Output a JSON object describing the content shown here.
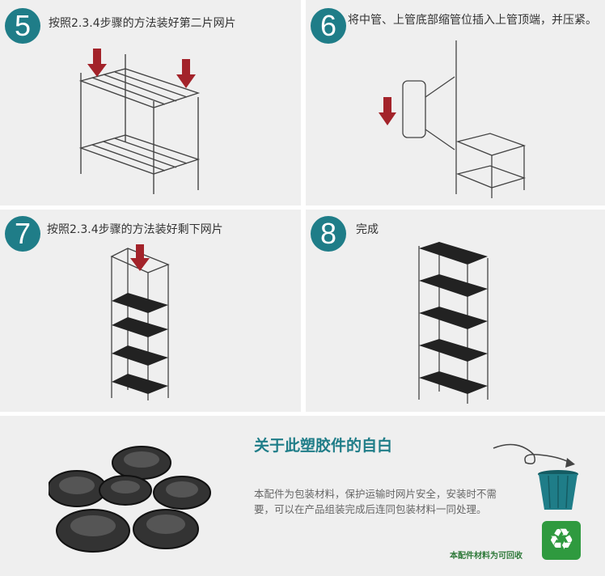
{
  "steps": [
    {
      "number": "5",
      "text": "按照2.3.4步骤的方法装好第二片网片"
    },
    {
      "number": "6",
      "text": "将中管、上管底部缩管位插入上管顶端，并压紧。"
    },
    {
      "number": "7",
      "text": "按照2.3.4步骤的方法装好剩下网片"
    },
    {
      "number": "8",
      "text": "完成"
    }
  ],
  "note": {
    "title": "关于此塑胶件的自白",
    "description": "本配件为包装材料，保护运输时网片安全，安装时不需要，可以在产品组装完成后连同包装材料一同处理。",
    "recycle_label": "本配件材料为可回收"
  },
  "colors": {
    "accent": "#1f7d88",
    "arrow": "#a3232a",
    "recycle": "#2f9a3f"
  }
}
